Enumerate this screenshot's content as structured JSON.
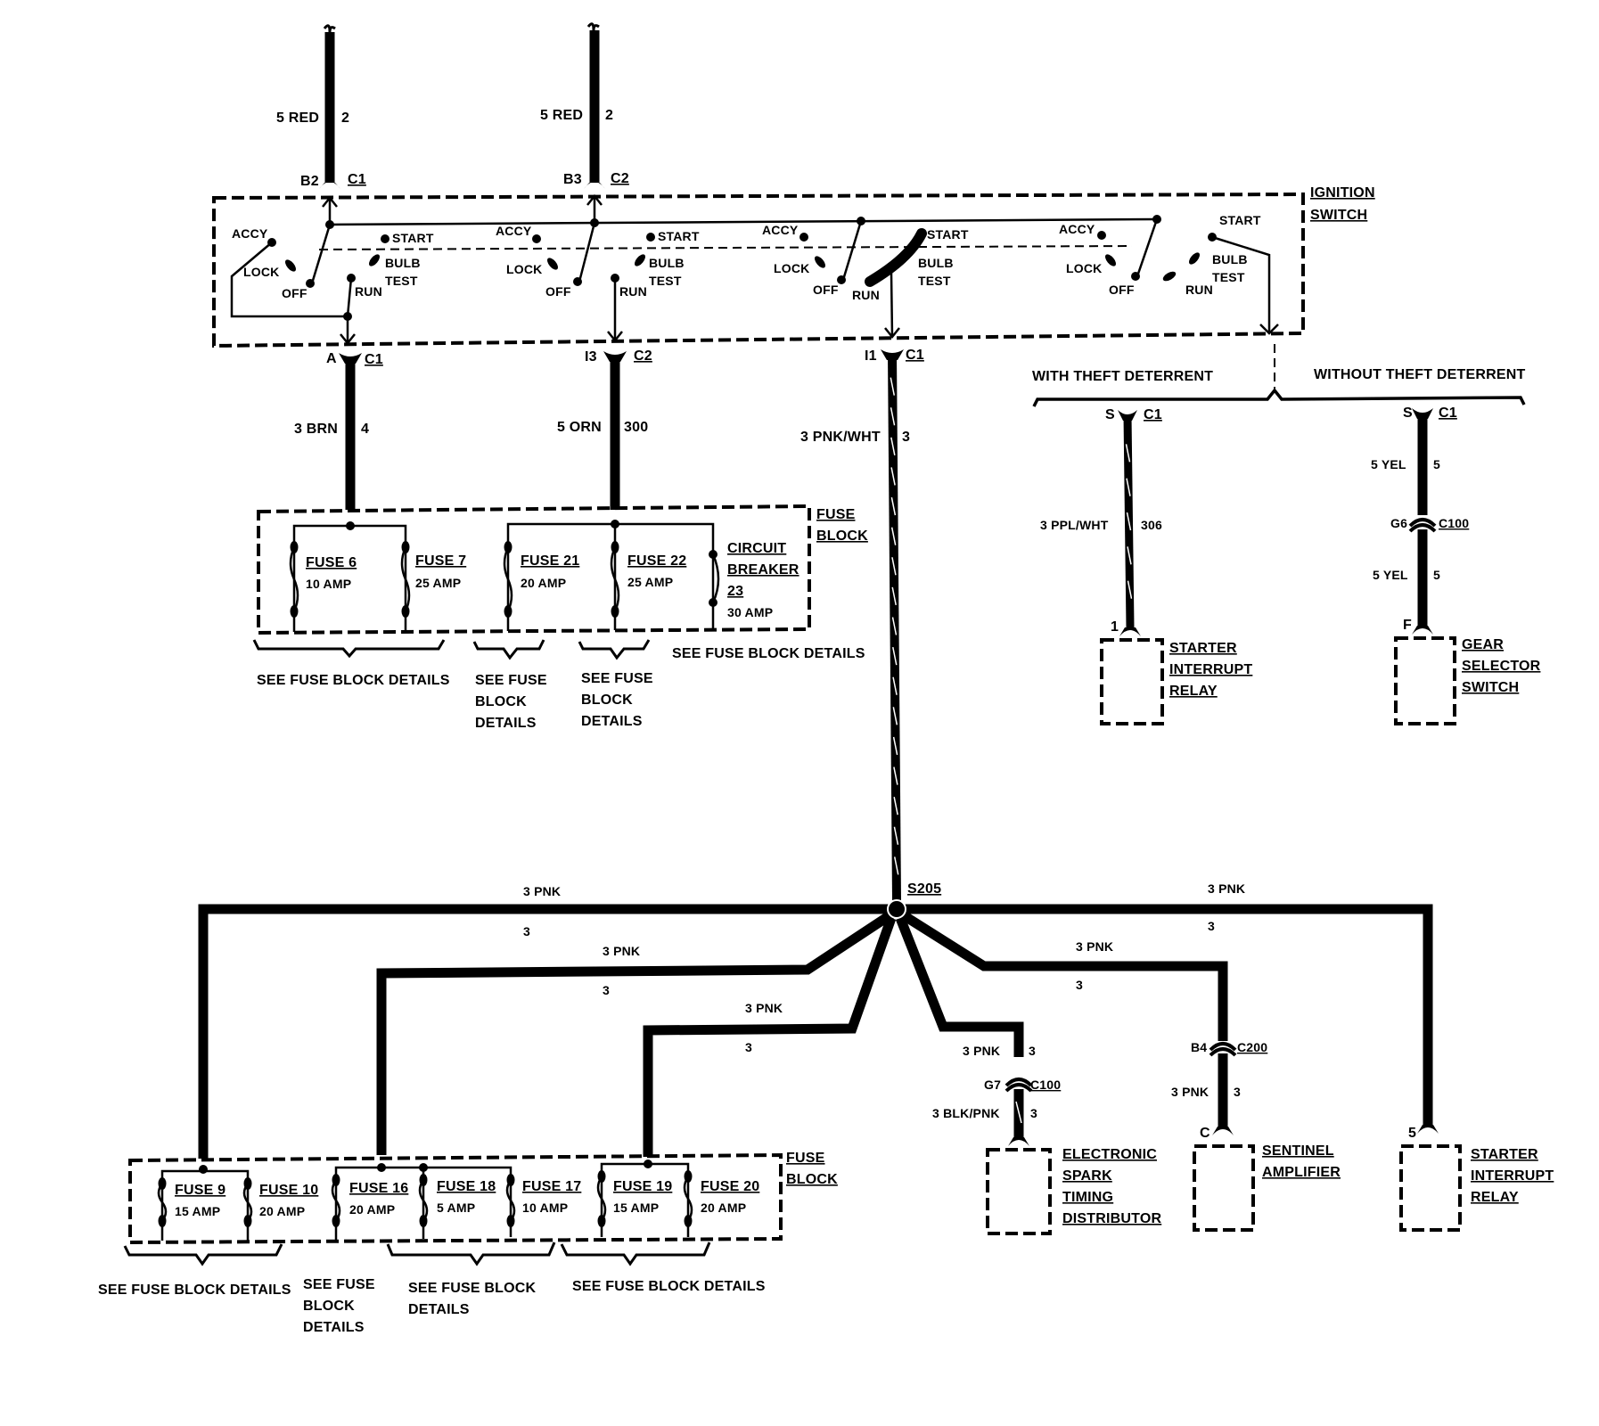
{
  "ignition_switch": {
    "label_lines": [
      "IGNITION",
      "SWITCH"
    ],
    "positions": [
      "ACCY",
      "LOCK",
      "OFF",
      "RUN",
      "START",
      "BULB",
      "TEST"
    ],
    "inputs": [
      {
        "wire_size_color": "5 RED",
        "circuit": "2",
        "pin": "B2",
        "connector": "C1"
      },
      {
        "wire_size_color": "5 RED",
        "circuit": "2",
        "pin": "B3",
        "connector": "C2"
      }
    ],
    "outputs": [
      {
        "pin": "A",
        "connector": "C1",
        "wire_size_color": "3 BRN",
        "circuit": "4"
      },
      {
        "pin": "I3",
        "connector": "C2",
        "wire_size_color": "5 ORN",
        "circuit": "300"
      },
      {
        "pin": "I1",
        "connector": "C1",
        "wire_size_color": "3 PNK/WHT",
        "circuit": "3"
      }
    ]
  },
  "upper_fuse_block": {
    "label_lines": [
      "FUSE",
      "BLOCK"
    ],
    "fuses": [
      {
        "name": "FUSE 6",
        "rating": "10 AMP"
      },
      {
        "name": "FUSE 7",
        "rating": "25 AMP"
      },
      {
        "name": "FUSE 21",
        "rating": "20 AMP"
      },
      {
        "name": "FUSE 22",
        "rating": "25 AMP"
      }
    ],
    "circuit_breaker": {
      "lines": [
        "CIRCUIT",
        "BREAKER",
        "23"
      ],
      "rating": "30 AMP"
    },
    "notes": [
      {
        "lines": [
          "SEE FUSE BLOCK DETAILS"
        ]
      },
      {
        "lines": [
          "SEE FUSE",
          "BLOCK",
          "DETAILS"
        ]
      },
      {
        "lines": [
          "SEE FUSE",
          "BLOCK",
          "DETAILS"
        ]
      },
      {
        "lines": [
          "SEE FUSE BLOCK DETAILS"
        ]
      }
    ]
  },
  "theft_options": {
    "with": {
      "title": "WITH THEFT DETERRENT",
      "pin_top": "S",
      "connector_top": "C1",
      "wire_size_color": "3 PPL/WHT",
      "circuit": "306",
      "pin_bottom": "1",
      "component_lines": [
        "STARTER",
        "INTERRUPT",
        "RELAY"
      ]
    },
    "without": {
      "title": "WITHOUT THEFT DETERRENT",
      "pin_top": "S",
      "connector_top": "C1",
      "upper_wire": {
        "wire_size_color": "5 YEL",
        "circuit": "5"
      },
      "inline_pin": "G6",
      "inline_connector": "C100",
      "lower_wire": {
        "wire_size_color": "5 YEL",
        "circuit": "5"
      },
      "pin_bottom": "F",
      "component_lines": [
        "GEAR",
        "SELECTOR",
        "SWITCH"
      ]
    }
  },
  "splice": {
    "name": "S205",
    "branches": [
      {
        "wire_size_color": "3 PNK",
        "circuit": "3"
      },
      {
        "wire_size_color": "3 PNK",
        "circuit": "3"
      },
      {
        "wire_size_color": "3 PNK",
        "circuit": "3"
      },
      {
        "wire_size_color": "3 PNK",
        "circuit": "3"
      },
      {
        "wire_size_color": "3 PNK",
        "circuit": "3"
      },
      {
        "wire_size_color": "3 PNK",
        "circuit": "3"
      }
    ]
  },
  "lower_components": {
    "estd": {
      "upper_wire": {
        "wire_size_color": "3 PNK",
        "circuit": "3"
      },
      "inline_pin": "G7",
      "inline_connector": "C100",
      "lower_wire": {
        "wire_size_color": "3 BLK/PNK",
        "circuit": "3"
      },
      "component_lines": [
        "ELECTRONIC",
        "SPARK",
        "TIMING",
        "DISTRIBUTOR"
      ]
    },
    "sentinel": {
      "inline_pin": "B4",
      "inline_connector": "C200",
      "lower_wire": {
        "wire_size_color": "3 PNK",
        "circuit": "3"
      },
      "pin_bottom": "C",
      "component_lines": [
        "SENTINEL",
        "AMPLIFIER"
      ]
    },
    "starter_relay": {
      "pin_bottom": "5",
      "component_lines": [
        "STARTER",
        "INTERRUPT",
        "RELAY"
      ]
    }
  },
  "lower_fuse_block": {
    "label_lines": [
      "FUSE",
      "BLOCK"
    ],
    "fuses": [
      {
        "name": "FUSE 9",
        "rating": "15 AMP"
      },
      {
        "name": "FUSE 10",
        "rating": "20 AMP"
      },
      {
        "name": "FUSE 16",
        "rating": "20 AMP"
      },
      {
        "name": "FUSE 18",
        "rating": "5 AMP"
      },
      {
        "name": "FUSE 17",
        "rating": "10 AMP"
      },
      {
        "name": "FUSE 19",
        "rating": "15 AMP"
      },
      {
        "name": "FUSE 20",
        "rating": "20 AMP"
      }
    ],
    "notes": [
      {
        "lines": [
          "SEE FUSE BLOCK DETAILS"
        ]
      },
      {
        "lines": [
          "SEE FUSE",
          "BLOCK",
          "DETAILS"
        ]
      },
      {
        "lines": [
          "SEE FUSE BLOCK",
          "DETAILS"
        ]
      },
      {
        "lines": [
          "SEE FUSE BLOCK DETAILS"
        ]
      }
    ]
  }
}
